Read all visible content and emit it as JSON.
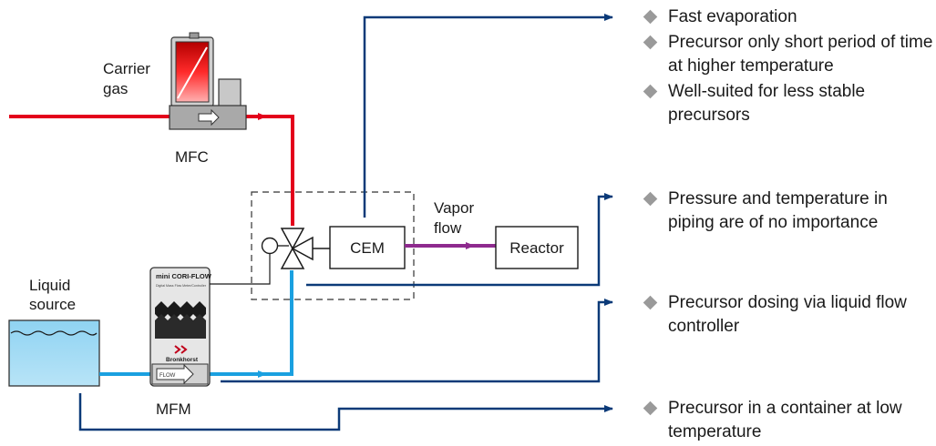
{
  "labels": {
    "carrier_gas_line1": "Carrier",
    "carrier_gas_line2": "gas",
    "mfc": "MFC",
    "liquid_source_line1": "Liquid",
    "liquid_source_line2": "source",
    "mfm": "MFM",
    "cem": "CEM",
    "reactor": "Reactor",
    "vapor_line1": "Vapor",
    "vapor_line2": "flow",
    "device_brand": "mini CORI-FLOW",
    "device_subtitle": "Digital Mass Flow Meter/Controller",
    "device_maker": "Bronkhorst",
    "device_flow": "FLOW"
  },
  "bullet_groups": [
    {
      "items": [
        "Fast evaporation",
        "Precursor only short period of time at higher temperature",
        "Well-suited for less stable precursors"
      ]
    },
    {
      "items": [
        "Pressure and temperature in piping are of no importance"
      ]
    },
    {
      "items": [
        "Precursor dosing via liquid flow controller"
      ]
    },
    {
      "items": [
        "Precursor in a container at low temperature"
      ]
    }
  ],
  "colors": {
    "gas_line": "#e3001b",
    "liquid_line": "#1aa0e0",
    "vapor_line": "#8e2a8e",
    "arrow_line": "#0b3a78",
    "bullet_marker": "#9a9a9a"
  },
  "icons": [
    "three-way-valve-icon",
    "valve-actuator-icon",
    "flow-arrow-icon",
    "bronkhorst-logo-icon"
  ]
}
